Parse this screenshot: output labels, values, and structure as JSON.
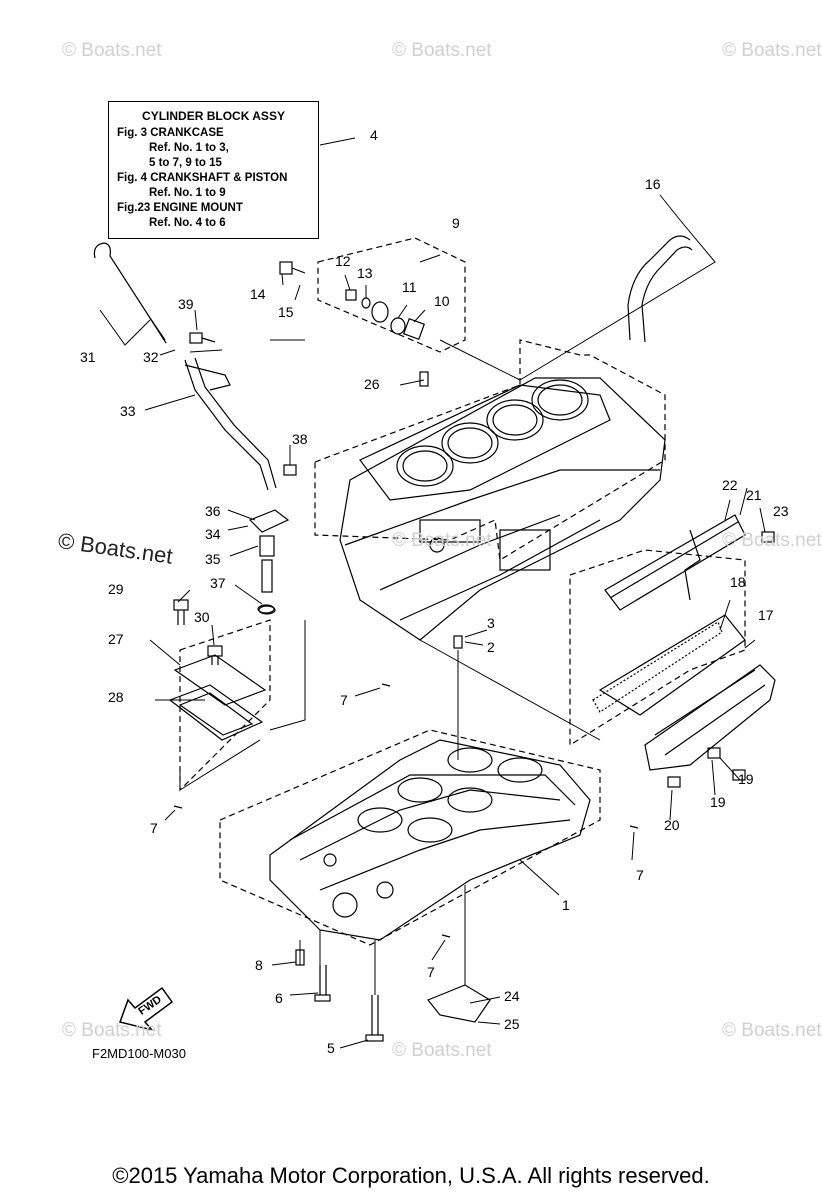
{
  "infobox": {
    "title": "CYLINDER BLOCK ASSY",
    "lines": [
      "Fig.  3 CRANKCASE",
      "Ref. No. 1 to 3,",
      "5 to 7, 9 to 15",
      "Fig.  4 CRANKSHAFT & PISTON",
      "Ref. No. 1 to 9",
      "Fig.23 ENGINE MOUNT",
      "Ref. No. 4 to 6"
    ]
  },
  "drawing_code": "F2MD100-M030",
  "fwd_label": "FWD",
  "copyright": "©2015 Yamaha Motor Corporation, U.S.A. All rights reserved.",
  "watermark": "© Boats.net",
  "callouts": [
    "1",
    "2",
    "3",
    "4",
    "5",
    "6",
    "7",
    "7",
    "7",
    "7",
    "7",
    "8",
    "9",
    "10",
    "11",
    "12",
    "13",
    "14",
    "15",
    "16",
    "17",
    "18",
    "19",
    "19",
    "20",
    "21",
    "22",
    "23",
    "24",
    "25",
    "26",
    "27",
    "28",
    "29",
    "30",
    "31",
    "32",
    "33",
    "34",
    "35",
    "36",
    "37",
    "38",
    "39"
  ]
}
